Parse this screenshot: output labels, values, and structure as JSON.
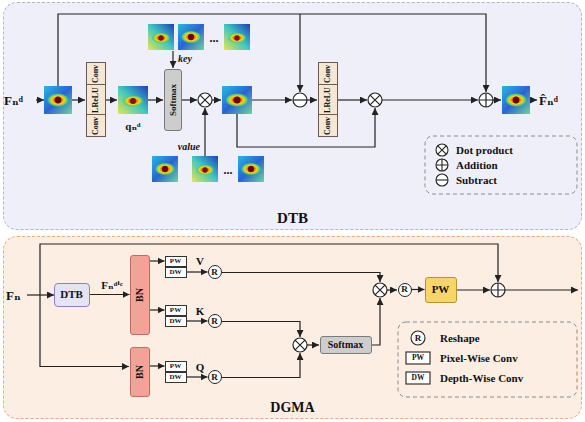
{
  "diagram": {
    "nodes": [
      {
        "text": [
          "DTB"
        ]
      },
      {
        "text": [
          "Conv",
          "LReLU",
          "Conv"
        ],
        "in": 0
      },
      {
        "text": [
          "Softmax"
        ],
        "in": 0
      },
      {
        "text": [
          "Conv",
          "LReLU",
          "Conv"
        ],
        "in": 0
      },
      {
        "text": [
          "DGMA"
        ]
      },
      {
        "text": [
          "DTB"
        ],
        "in": 4
      },
      {
        "text": [
          "BN"
        ],
        "in": 4
      },
      {
        "text": [
          "BN"
        ],
        "in": 4
      },
      {
        "text": [
          "PW"
        ],
        "in": 4
      },
      {
        "text": [
          "DW"
        ],
        "in": 4
      },
      {
        "text": [
          "PW"
        ],
        "in": 4
      },
      {
        "text": [
          "DW"
        ],
        "in": 4
      },
      {
        "text": [
          "PW"
        ],
        "in": 4
      },
      {
        "text": [
          "DW"
        ],
        "in": 4
      },
      {
        "text": [
          "R"
        ],
        "in": 4
      },
      {
        "text": [
          "R"
        ],
        "in": 4
      },
      {
        "text": [
          "R"
        ],
        "in": 4
      },
      {
        "text": [
          "Softmax"
        ],
        "in": 4
      },
      {
        "text": [
          "R"
        ],
        "in": 4
      },
      {
        "text": [
          "PW"
        ],
        "in": 4
      }
    ],
    "edges": [
      {
        "from": 5,
        "to": 6,
        "arrow": "to"
      },
      {
        "from": 6,
        "to": 8,
        "arrow": "to"
      },
      {
        "from": 6,
        "to": 10,
        "arrow": "to"
      },
      {
        "from": 7,
        "to": 12,
        "arrow": "to"
      },
      {
        "from": 9,
        "to": 14,
        "arrow": "to"
      },
      {
        "from": 11,
        "to": 15,
        "arrow": "to"
      },
      {
        "from": 13,
        "to": 16,
        "arrow": "to"
      },
      {
        "from": 18,
        "to": 19,
        "arrow": "to"
      }
    ],
    "labels": [
      "Fₙᵈ",
      "...",
      "key",
      "qₙᵈ",
      "value",
      "...",
      "F̂ₙᵈ",
      "Fₙ",
      "Fₙᵈⁱᶜ",
      "V",
      "K",
      "Q",
      "R",
      "PW",
      "DW"
    ],
    "legend": [
      {
        "text": "Dot product"
      },
      {
        "text": "Addition"
      },
      {
        "text": "Subtract"
      },
      {
        "text": "Reshape"
      },
      {
        "text": "Pixel-Wise Conv"
      },
      {
        "text": "Depth-Wise Conv"
      }
    ]
  }
}
